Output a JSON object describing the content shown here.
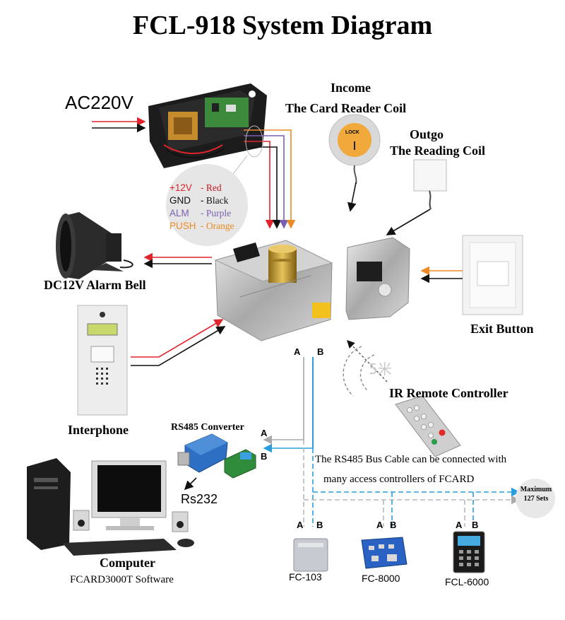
{
  "title": "FCL-918 System Diagram",
  "power": {
    "input_label": "AC220V"
  },
  "wiring_legend": [
    {
      "signal": "+12V",
      "sep": "-",
      "color_name": "Red",
      "signal_color": "#e0242b",
      "name_color": "#c0161c"
    },
    {
      "signal": "GND",
      "sep": "-",
      "color_name": "Black",
      "signal_color": "#111111",
      "name_color": "#111111"
    },
    {
      "signal": "ALM",
      "sep": "-",
      "color_name": "Purple",
      "signal_color": "#7b5fb0",
      "name_color": "#7b5fb0"
    },
    {
      "signal": "PUSH",
      "sep": "-",
      "color_name": "Orange",
      "signal_color": "#ec8a25",
      "name_color": "#ec8a25"
    }
  ],
  "income_coil": {
    "line1": "Income",
    "line2": "The Card Reader Coil",
    "lock_text": "LOCK"
  },
  "outgo_coil": {
    "line1": "Outgo",
    "line2": "The Reading Coil"
  },
  "alarm_bell": {
    "label": "DC12V Alarm Bell"
  },
  "exit_button": {
    "label": "Exit Button"
  },
  "interphone": {
    "label": "Interphone"
  },
  "remote": {
    "label": "IR Remote Controller",
    "range_text": "5米"
  },
  "rs485_converter": {
    "label": "RS485 Converter",
    "a": "A",
    "b": "B"
  },
  "rs232": {
    "label": "Rs232"
  },
  "computer": {
    "label": "Computer",
    "sublabel": "FCARD3000T Software"
  },
  "lock_bus": {
    "a": "A",
    "b": "B"
  },
  "bus_note": {
    "line1": "The RS485 Bus Cable can be connected with",
    "line2": "many access controllers of FCARD"
  },
  "maximum": {
    "line1": "Maximum",
    "line2": "127 Sets"
  },
  "controllers": [
    {
      "name": "FC-103",
      "a": "A",
      "b": "B"
    },
    {
      "name": "FC-8000",
      "a": "A",
      "b": "B"
    },
    {
      "name": "FCL-6000",
      "a": "A",
      "b": "B"
    }
  ],
  "colors": {
    "red": "#e0242b",
    "black": "#111111",
    "purple": "#7b5fb0",
    "orange": "#ec8a25",
    "blue": "#2a9de0",
    "gray": "#b7b7b7"
  }
}
